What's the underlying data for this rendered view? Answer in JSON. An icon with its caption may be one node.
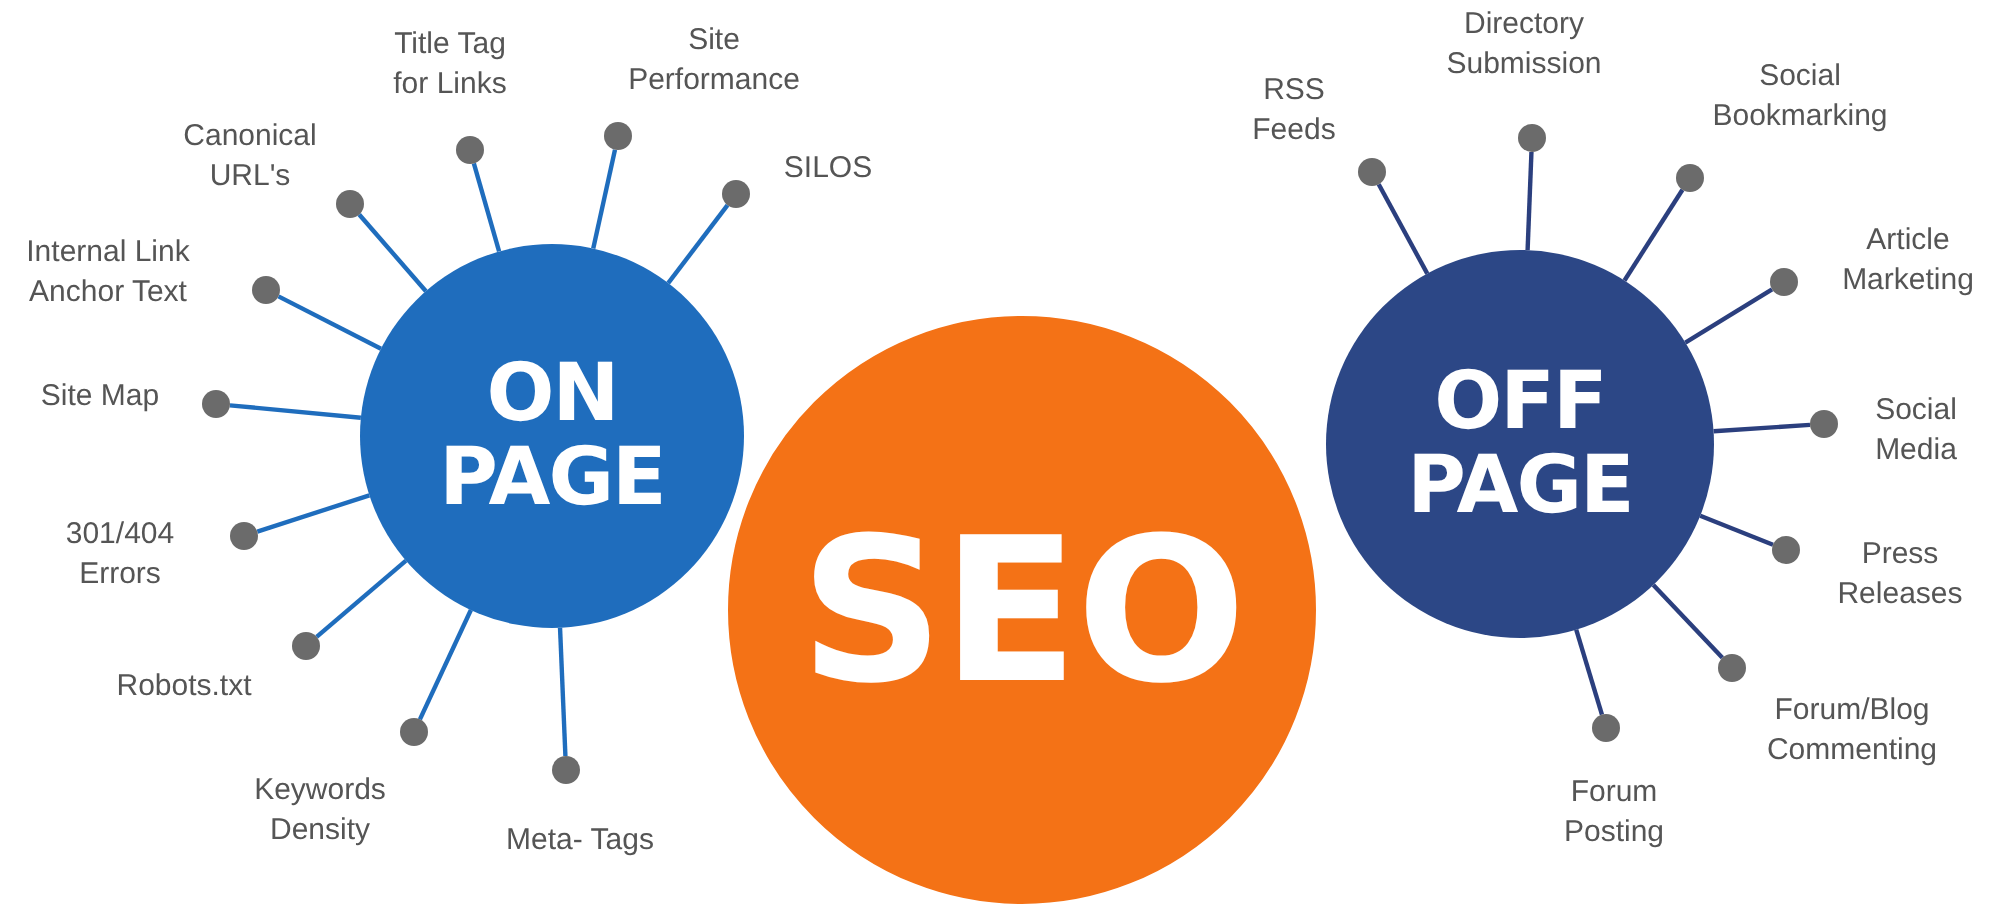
{
  "diagram": {
    "nodes": [
      {
        "text": [
          "ON PAGE"
        ]
      },
      {
        "text": [],
        "shape": "circle",
        "beside": [
          "Title Tag for Links"
        ]
      },
      {
        "text": [],
        "shape": "circle",
        "beside": [
          "Site Performance"
        ]
      },
      {
        "text": [],
        "shape": "circle",
        "beside": [
          "SILOS"
        ]
      },
      {
        "text": [],
        "shape": "circle",
        "beside": [
          "Canonical URL's"
        ]
      },
      {
        "text": [],
        "shape": "circle",
        "beside": [
          "Internal Link Anchor Text"
        ]
      },
      {
        "text": [],
        "shape": "circle",
        "beside": [
          "Site Map"
        ]
      },
      {
        "text": [],
        "shape": "circle",
        "beside": [
          "301/404 Errors"
        ]
      },
      {
        "text": [],
        "shape": "circle",
        "beside": [
          "Robots.txt"
        ]
      },
      {
        "text": [],
        "shape": "circle",
        "beside": [
          "Keywords Density"
        ]
      },
      {
        "text": [],
        "shape": "circle",
        "beside": [
          "Meta- Tags"
        ]
      },
      {
        "text": [
          "SEO"
        ]
      },
      {
        "text": [
          "OFF PAGE"
        ]
      },
      {
        "text": [],
        "shape": "circle",
        "beside": [
          "RSS Feeds"
        ]
      },
      {
        "text": [],
        "shape": "circle",
        "beside": [
          "Directory Submission"
        ]
      },
      {
        "text": [],
        "shape": "circle",
        "beside": [
          "Social Bookmarking"
        ]
      },
      {
        "text": [],
        "shape": "circle",
        "beside": [
          "Article Marketing"
        ]
      },
      {
        "text": [],
        "shape": "circle",
        "beside": [
          "Social Media"
        ]
      },
      {
        "text": [],
        "shape": "circle",
        "beside": [
          "Press Releases"
        ]
      },
      {
        "text": [],
        "shape": "circle",
        "beside": [
          "Forum/Blog Commenting"
        ]
      },
      {
        "text": [],
        "shape": "circle",
        "beside": [
          "Forum Posting"
        ]
      }
    ],
    "edges": [
      {
        "from": 0,
        "to": 1,
        "arrow": "none"
      },
      {
        "from": 0,
        "to": 2,
        "arrow": "none"
      },
      {
        "from": 0,
        "to": 3,
        "arrow": "none"
      },
      {
        "from": 0,
        "to": 4,
        "arrow": "none"
      },
      {
        "from": 0,
        "to": 5,
        "arrow": "none"
      },
      {
        "from": 0,
        "to": 6,
        "arrow": "none"
      },
      {
        "from": 0,
        "to": 7,
        "arrow": "none"
      },
      {
        "from": 0,
        "to": 8,
        "arrow": "none"
      },
      {
        "from": 0,
        "to": 9,
        "arrow": "none"
      },
      {
        "from": 0,
        "to": 10,
        "arrow": "none"
      },
      {
        "from": 12,
        "to": 13,
        "arrow": "none",
        "color": "#2b3f7e"
      },
      {
        "from": 12,
        "to": 14,
        "arrow": "none",
        "color": "#2b3f7e"
      },
      {
        "from": 12,
        "to": 15,
        "arrow": "none",
        "color": "#2b3f7e"
      },
      {
        "from": 12,
        "to": 16,
        "arrow": "none",
        "color": "#2b3f7e"
      },
      {
        "from": 12,
        "to": 17,
        "arrow": "none",
        "color": "#2b3f7e"
      },
      {
        "from": 12,
        "to": 18,
        "arrow": "none",
        "color": "#2b3f7e"
      },
      {
        "from": 12,
        "to": 19,
        "arrow": "none",
        "color": "#2b3f7e"
      },
      {
        "from": 12,
        "to": 20,
        "arrow": "none",
        "color": "#2b3f7e"
      }
    ]
  }
}
